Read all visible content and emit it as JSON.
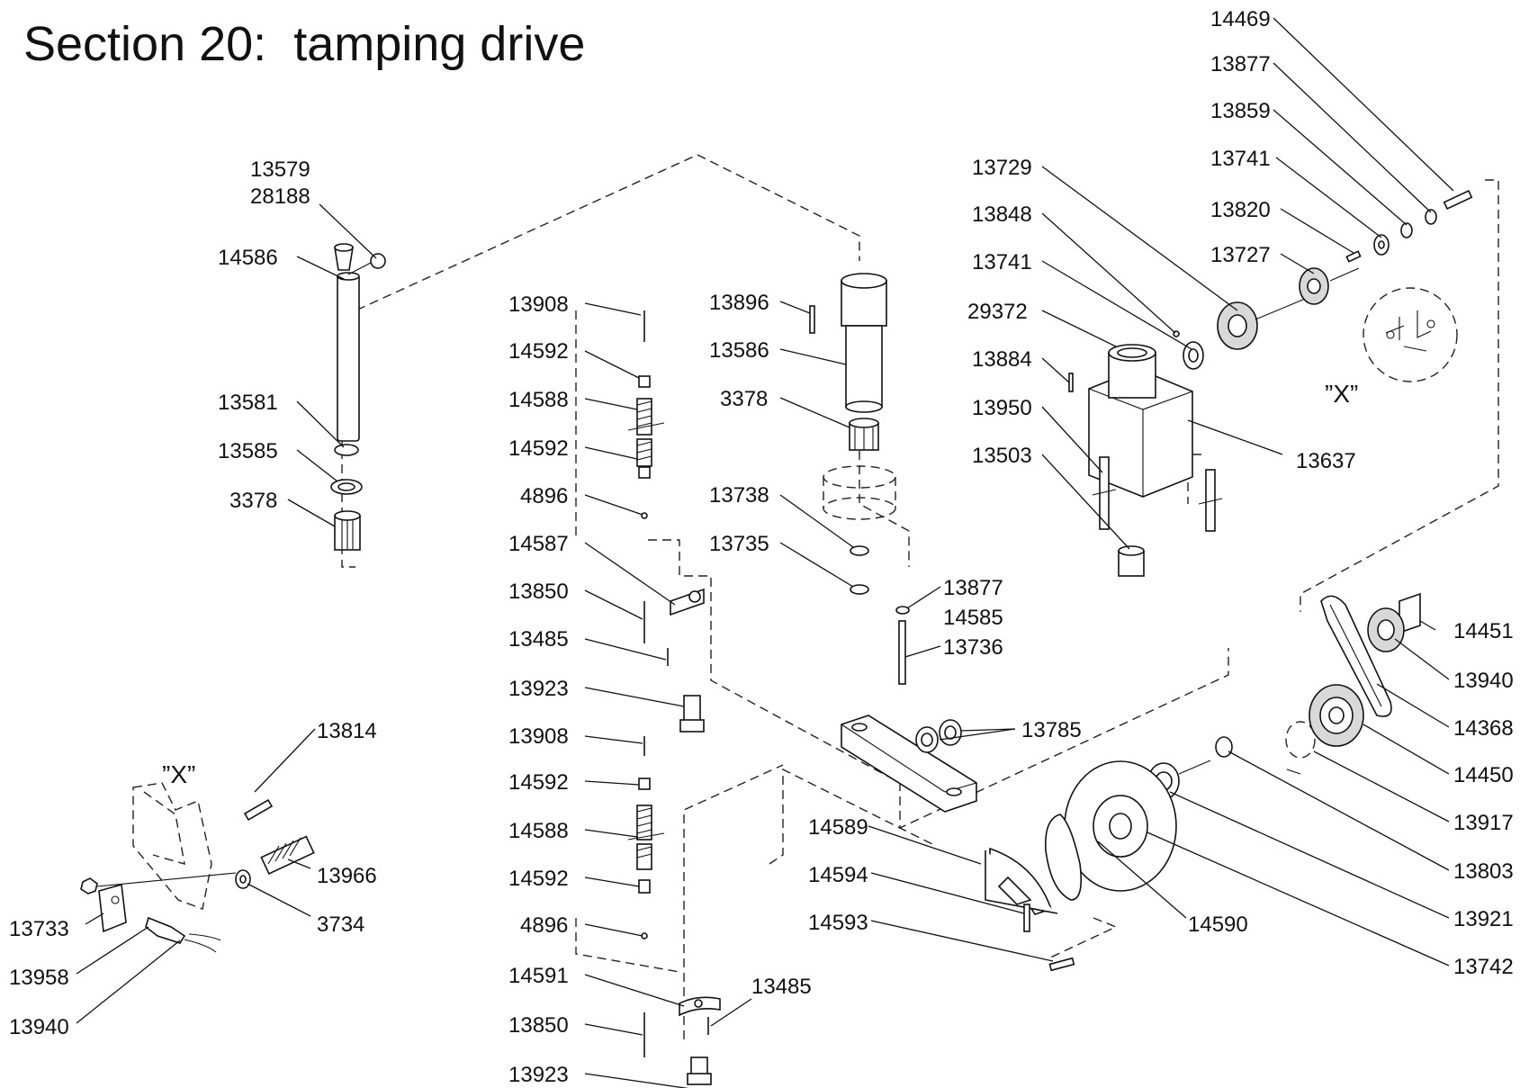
{
  "title": "Section 20:  tamping drive",
  "detail_marker": "”X”",
  "callouts": {
    "c14469": "14469",
    "c13877a": "13877",
    "c13859": "13859",
    "c13741a": "13741",
    "c13820": "13820",
    "c13727": "13727",
    "c13729": "13729",
    "c13848": "13848",
    "c13741b": "13741",
    "c29372": "29372",
    "c13884": "13884",
    "c13950": "13950",
    "c13503": "13503",
    "c13637": "13637",
    "c13579": "13579",
    "c28188": "28188",
    "c14586": "14586",
    "c13581": "13581",
    "c13585": "13585",
    "c3378a": "3378",
    "c13908a": "13908",
    "c14592a": "14592",
    "c14588a": "14588",
    "c14592b": "14592",
    "c4896a": "4896",
    "c14587": "14587",
    "c13850a": "13850",
    "c13485a": "13485",
    "c13923a": "13923",
    "c13908b": "13908",
    "c14592c": "14592",
    "c14588b": "14588",
    "c14592d": "14592",
    "c4896b": "4896",
    "c14591": "14591",
    "c13850b": "13850",
    "c13485b": "13485",
    "c13923b": "13923",
    "c13896": "13896",
    "c13586": "13586",
    "c3378b": "3378",
    "c13738": "13738",
    "c13735": "13735",
    "c13877b": "13877",
    "c14585": "14585",
    "c13736": "13736",
    "c13785": "13785",
    "c14451": "14451",
    "c13940a": "13940",
    "c14368": "14368",
    "c14450": "14450",
    "c13917": "13917",
    "c13803": "13803",
    "c13921": "13921",
    "c13742": "13742",
    "c14590": "14590",
    "c14589": "14589",
    "c14594": "14594",
    "c14593": "14593",
    "c13814": "13814",
    "c13966": "13966",
    "c3734": "3734",
    "c13733": "13733",
    "c13958": "13958",
    "c13940b": "13940"
  }
}
